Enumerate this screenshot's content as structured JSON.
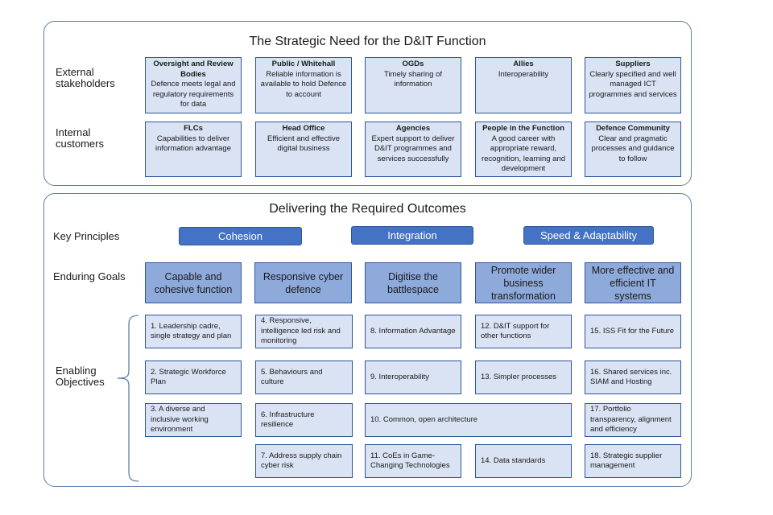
{
  "top_section": {
    "title": "The Strategic Need for the D&IT Function",
    "external_label": "External\nstakeholders",
    "internal_label": "Internal\ncustomers",
    "external": [
      {
        "title": "Oversight and Review Bodies",
        "text": "Defence meets legal and regulatory requirements for data"
      },
      {
        "title": "Public / Whitehall",
        "text": "Reliable information is available to hold Defence to account"
      },
      {
        "title": "OGDs",
        "text": "Timely sharing of information"
      },
      {
        "title": "Allies",
        "text": "Interoperability"
      },
      {
        "title": "Suppliers",
        "text": "Clearly specified and well managed ICT programmes and services"
      }
    ],
    "internal": [
      {
        "title": "FLCs",
        "text": "Capabilities to deliver information advantage"
      },
      {
        "title": "Head Office",
        "text": "Efficient and effective digital business"
      },
      {
        "title": "Agencies",
        "text": "Expert support to deliver D&IT programmes and services successfully"
      },
      {
        "title": "People in the Function",
        "text": "A good career with appropriate reward, recognition, learning and development"
      },
      {
        "title": "Defence Community",
        "text": "Clear and pragmatic processes and guidance to follow"
      }
    ]
  },
  "bottom_section": {
    "title": "Delivering the Required Outcomes",
    "key_principles_label": "Key Principles",
    "enduring_goals_label": "Enduring Goals",
    "enabling_objectives_label": "Enabling\nObjectives",
    "principles": [
      "Cohesion",
      "Integration",
      "Speed & Adaptability"
    ],
    "goals": [
      "Capable and cohesive function",
      "Responsive cyber defence",
      "Digitise the battlespace",
      "Promote wider business transformation",
      "More effective and efficient IT systems"
    ],
    "objectives": [
      "1. Leadership cadre, single strategy and plan",
      "2. Strategic Workforce Plan",
      "3. A diverse and inclusive working environment",
      "4. Responsive, intelligence led risk and monitoring",
      "5. Behaviours and culture",
      "6. Infrastructure resilience",
      "7. Address supply chain cyber risk",
      "8. Information Advantage",
      "9. Interoperability",
      "10.  Common, open architecture",
      "11. CoEs in Game-Changing Technologies",
      "12. D&IT support for other functions",
      "13. Simpler processes",
      "14. Data standards",
      "15. ISS Fit for the Future",
      "16. Shared services inc. SIAM and Hosting",
      "17. Portfolio transparency, alignment and efficiency",
      "18. Strategic supplier management"
    ]
  }
}
